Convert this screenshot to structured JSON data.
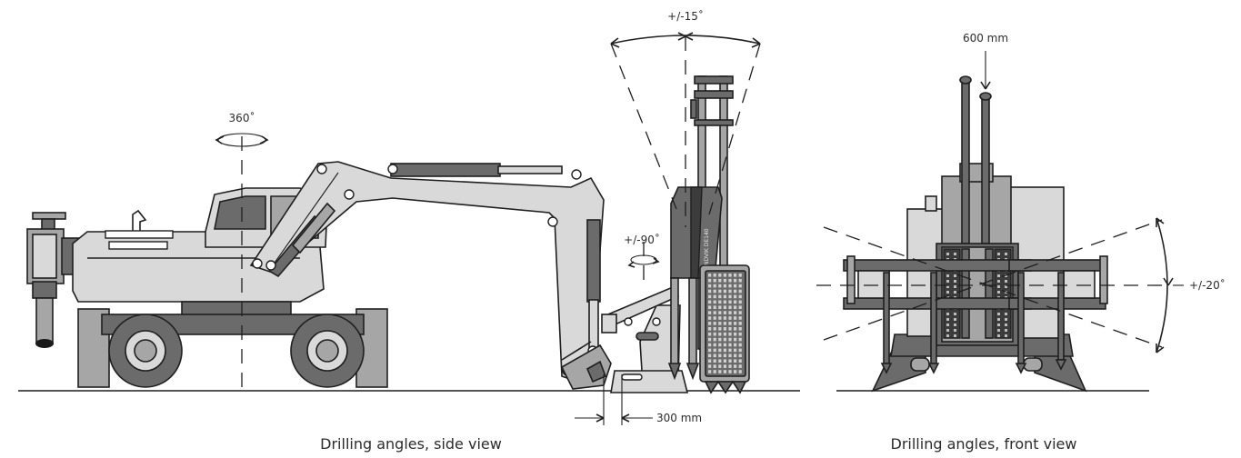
{
  "side_view": {
    "caption": "Drilling angles, side view",
    "label_rotation": "360˚",
    "label_tilt": "+/-15˚",
    "label_head_rotation": "+/-90˚",
    "label_offset": "300 mm",
    "mast_text": "SANDVIK DE140"
  },
  "front_view": {
    "caption": "Drilling angles, front view",
    "label_spacing": "600 mm",
    "label_angle": "+/-20˚"
  }
}
